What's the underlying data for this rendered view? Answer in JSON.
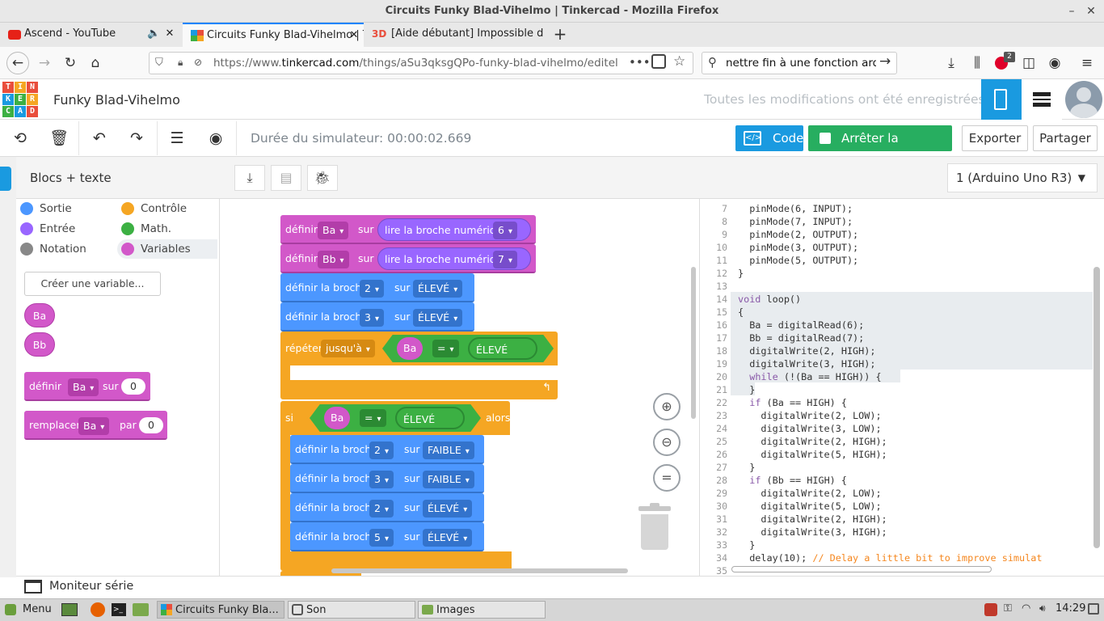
{
  "window": {
    "title": "Circuits Funky Blad-Vihelmo | Tinkercad - Mozilla Firefox"
  },
  "browser": {
    "tabs": [
      {
        "label": "Ascend - YouTube"
      },
      {
        "label": "Circuits Funky Blad-Vihelmo | T"
      },
      {
        "label": "[Aide débutant] Impossible d"
      }
    ],
    "url_prefix": "https://www.",
    "url_domain": "tinkercad.com",
    "url_path": "/things/aSu3qksgQPo-funky-blad-vihelmo/editel",
    "search_value": "nettre fin à une fonction arduino",
    "badge_count": "2"
  },
  "app": {
    "logo_letters": [
      "T",
      "I",
      "N",
      "K",
      "E",
      "R",
      "C",
      "A",
      "D"
    ],
    "design_title": "Funky Blad-Vihelmo",
    "saved_status": "Toutes les modifications ont été enregistrées"
  },
  "toolbar": {
    "sim_duration": "Durée du simulateur: 00:00:02.669",
    "code_label": "Code",
    "stop_label": "Arrêter la simulation",
    "export_label": "Exporter",
    "share_label": "Partager"
  },
  "code_panel": {
    "palette_title": "Blocs + texte",
    "device": "1 (Arduino Uno R3)"
  },
  "palette": {
    "categories": [
      {
        "label": "Sortie",
        "color": "#4c97ff"
      },
      {
        "label": "Contrôle",
        "color": "#f5a623"
      },
      {
        "label": "Entrée",
        "color": "#9966ff"
      },
      {
        "label": "Math.",
        "color": "#3cb043"
      },
      {
        "label": "Notation",
        "color": "#888888"
      },
      {
        "label": "Variables",
        "color": "#d258c9"
      }
    ],
    "create_variable": "Créer une variable...",
    "variables": [
      "Ba",
      "Bb"
    ],
    "set_block": {
      "define": "définir",
      "var": "Ba",
      "on": "sur",
      "value": "0"
    },
    "change_block": {
      "replace": "remplacer",
      "var": "Ba",
      "by": "par",
      "value": "0"
    }
  },
  "blocks": {
    "define_label": "définir",
    "on_label": "sur",
    "read_pin": "lire la broche numérique",
    "set_pin": "définir la broche",
    "repeat_label": "répéter",
    "until_label": "jusqu'à",
    "if_label": "si",
    "then_label": "alors",
    "eq_label": "=",
    "var_a": "Ba",
    "var_b": "Bb",
    "pin_6": "6",
    "pin_7": "7",
    "pin_2": "2",
    "pin_3": "3",
    "pin_5": "5",
    "high": "ÉLEVÉ",
    "low": "FAIBLE"
  },
  "code_lines": [
    {
      "n": "7",
      "text": "  pinMode(6, INPUT);"
    },
    {
      "n": "8",
      "text": "  pinMode(7, INPUT);"
    },
    {
      "n": "9",
      "text": "  pinMode(2, OUTPUT);"
    },
    {
      "n": "10",
      "text": "  pinMode(3, OUTPUT);"
    },
    {
      "n": "11",
      "text": "  pinMode(5, OUTPUT);"
    },
    {
      "n": "12",
      "text": "}"
    },
    {
      "n": "13",
      "text": ""
    },
    {
      "n": "14",
      "text": "void loop()"
    },
    {
      "n": "15",
      "text": "{"
    },
    {
      "n": "16",
      "text": "  Ba = digitalRead(6);"
    },
    {
      "n": "17",
      "text": "  Bb = digitalRead(7);"
    },
    {
      "n": "18",
      "text": "  digitalWrite(2, HIGH);"
    },
    {
      "n": "19",
      "text": "  digitalWrite(3, HIGH);"
    },
    {
      "n": "20",
      "text": "  while (!(Ba == HIGH)) {"
    },
    {
      "n": "21",
      "text": "  }"
    },
    {
      "n": "22",
      "text": "  if (Ba == HIGH) {"
    },
    {
      "n": "23",
      "text": "    digitalWrite(2, LOW);"
    },
    {
      "n": "24",
      "text": "    digitalWrite(3, LOW);"
    },
    {
      "n": "25",
      "text": "    digitalWrite(2, HIGH);"
    },
    {
      "n": "26",
      "text": "    digitalWrite(5, HIGH);"
    },
    {
      "n": "27",
      "text": "  }"
    },
    {
      "n": "28",
      "text": "  if (Bb == HIGH) {"
    },
    {
      "n": "29",
      "text": "    digitalWrite(2, LOW);"
    },
    {
      "n": "30",
      "text": "    digitalWrite(5, LOW);"
    },
    {
      "n": "31",
      "text": "    digitalWrite(2, HIGH);"
    },
    {
      "n": "32",
      "text": "    digitalWrite(3, HIGH);"
    },
    {
      "n": "33",
      "text": "  }"
    },
    {
      "n": "34",
      "text": "  delay(10); ",
      "comment": "// Delay a little bit to improve simulat"
    },
    {
      "n": "35",
      "text": ""
    }
  ],
  "serial_monitor": {
    "label": "Moniteur série"
  },
  "taskbar": {
    "menu": "Menu",
    "items": [
      "Circuits Funky Bla...",
      "Son",
      "Images"
    ],
    "clock": "14:29"
  }
}
